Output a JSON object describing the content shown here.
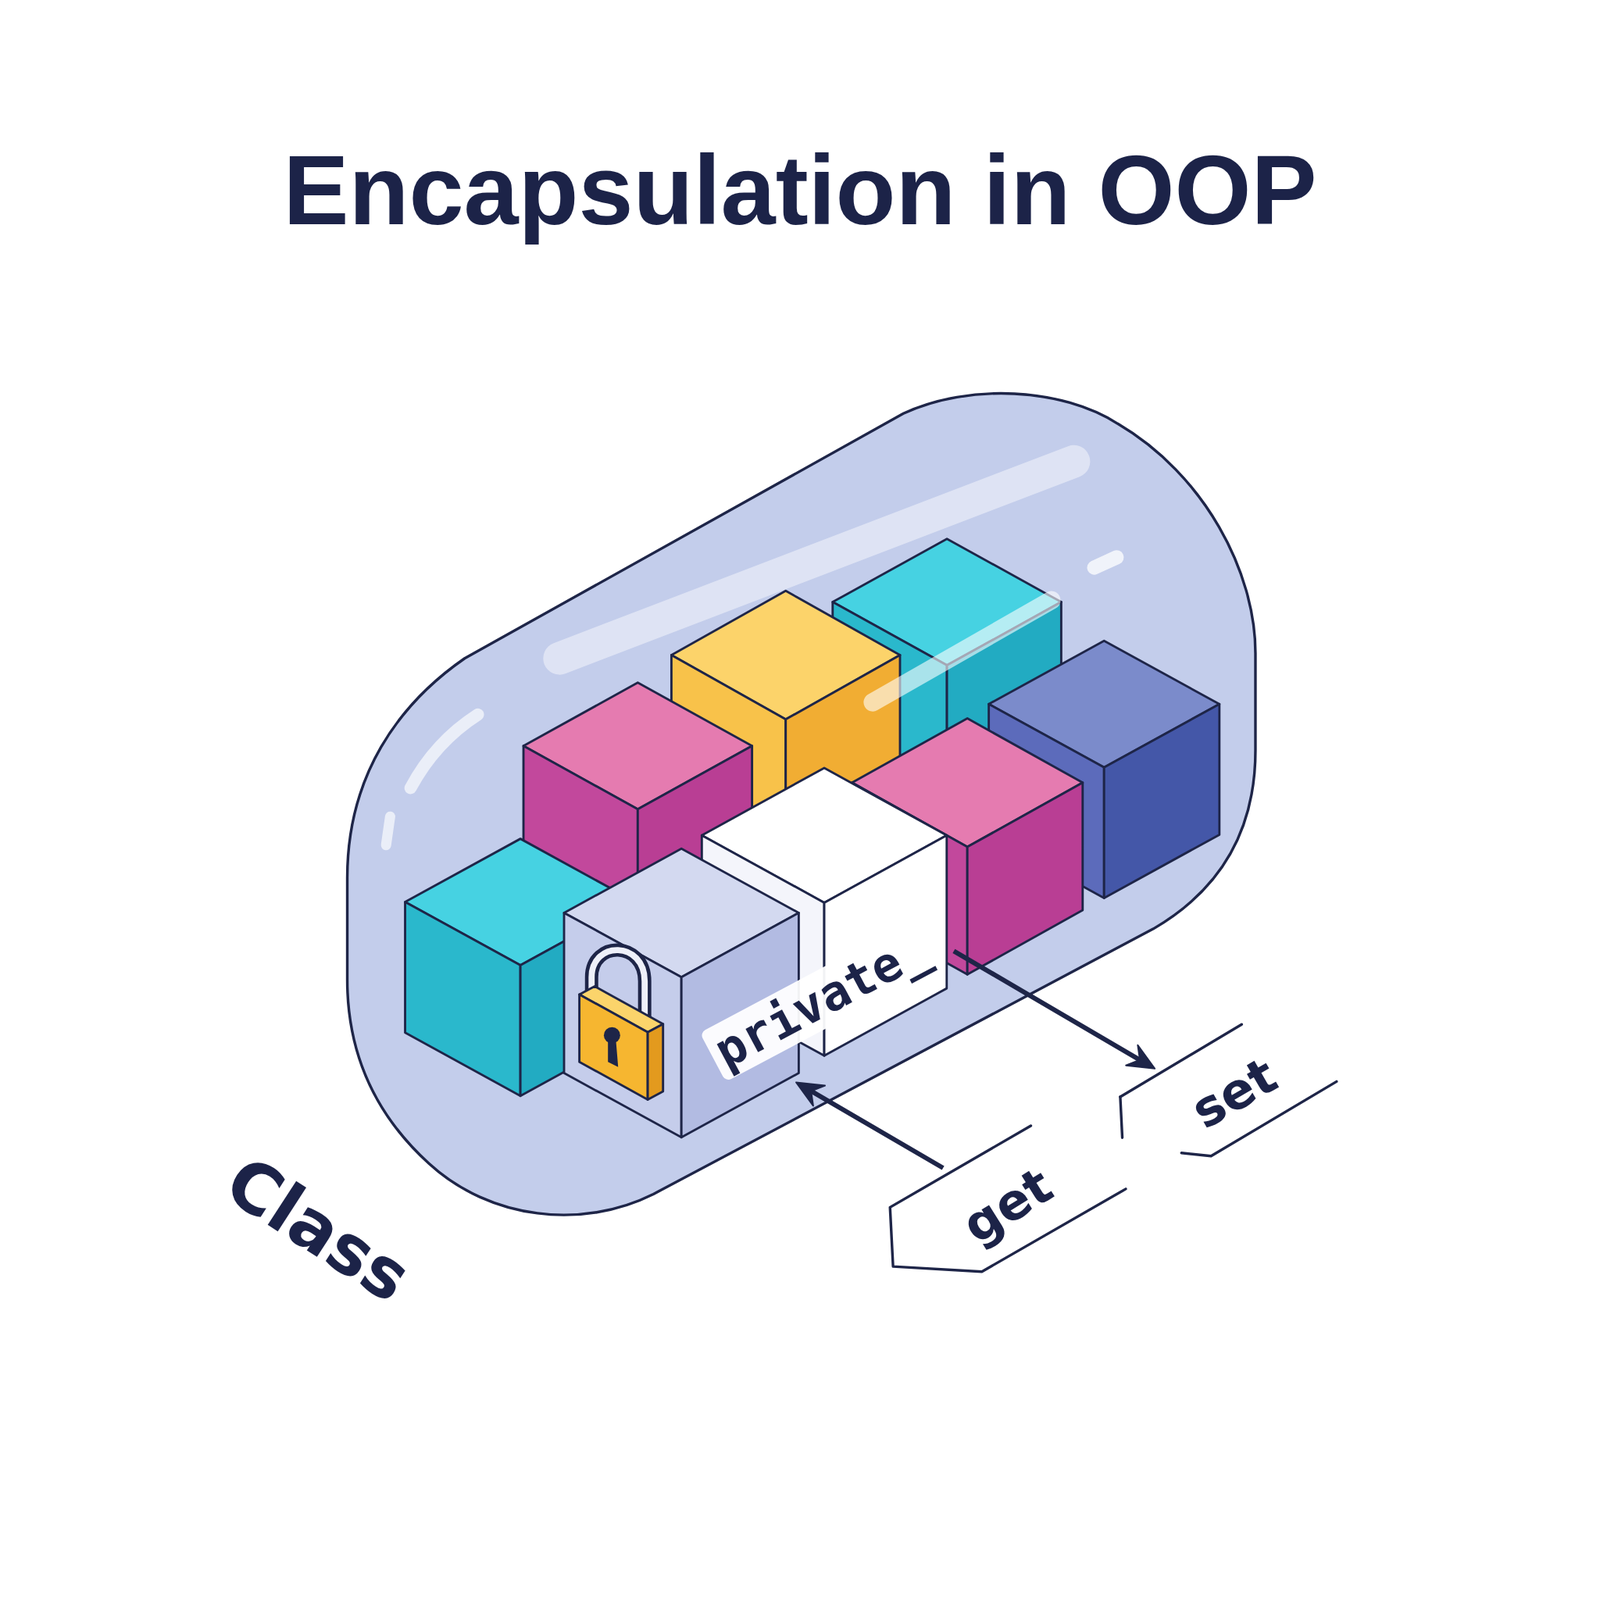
{
  "diagram": {
    "title": "Encapsulation in OOP",
    "nodes": [
      {
        "text": [
          "Class"
        ]
      },
      {
        "text": [
          "private_"
        ],
        "in": 0
      },
      {
        "text": [
          "set"
        ]
      },
      {
        "text": [
          "get"
        ]
      }
    ],
    "edges": [
      {
        "from": 1,
        "to": 2,
        "arrow": "to"
      },
      {
        "from": 3,
        "to": 1,
        "arrow": "to"
      }
    ]
  }
}
